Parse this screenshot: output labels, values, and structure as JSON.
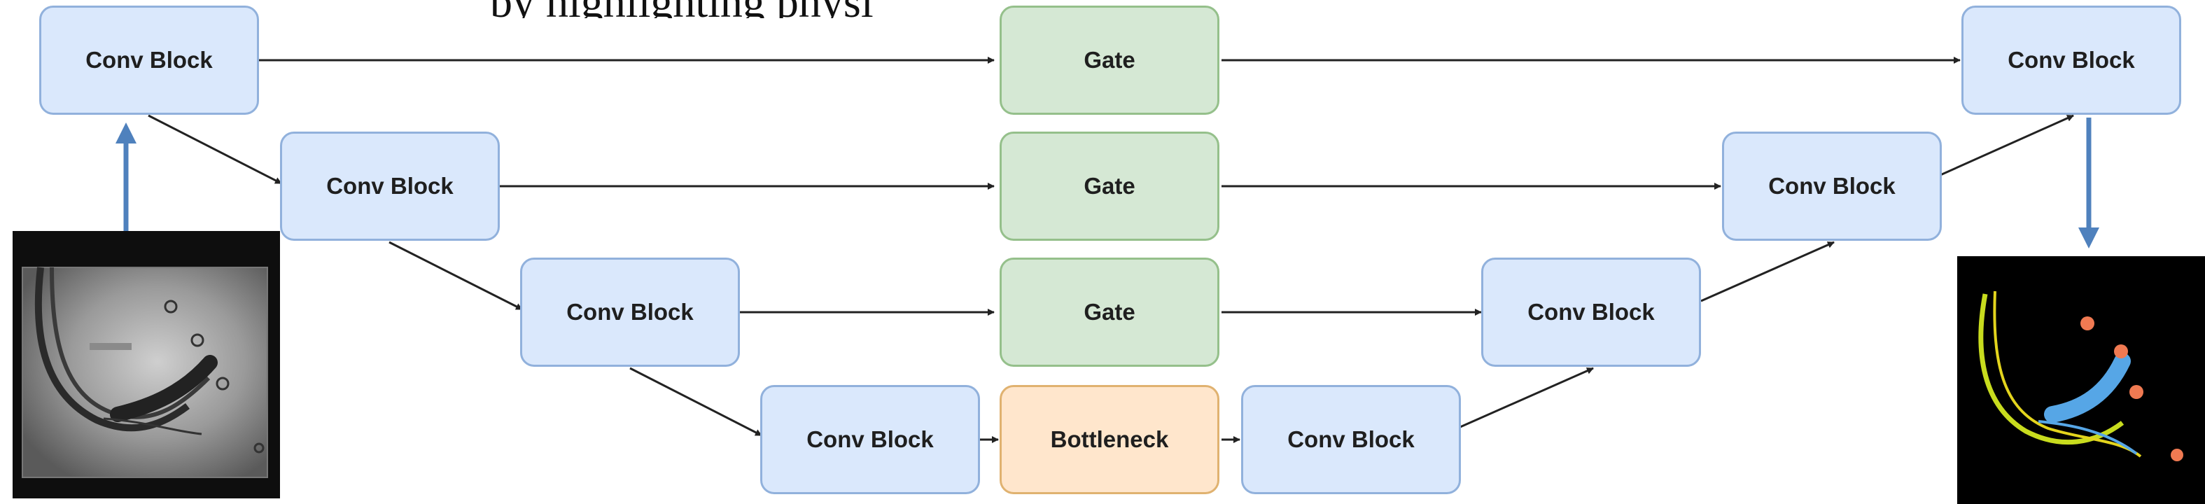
{
  "title_fragment": "by highlighting physi",
  "blocks": {
    "encoder": [
      "Conv Block",
      "Conv Block",
      "Conv Block",
      "Conv Block"
    ],
    "gates": [
      "Gate",
      "Gate",
      "Gate"
    ],
    "bottleneck": "Bottleneck",
    "decoder": [
      "Conv Block",
      "Conv Block",
      "Conv Block",
      "Conv Block"
    ]
  },
  "colors": {
    "conv_fill": "#dae8fc",
    "conv_border": "#91b1dc",
    "gate_fill": "#d5e8d4",
    "gate_border": "#95c08b",
    "bottleneck_fill": "#ffe6cc",
    "bottleneck_border": "#e0b270",
    "io_arrow": "#4f81bd",
    "edge": "#333333"
  },
  "images": {
    "input": "angiography-xray",
    "output": "segmentation-mask"
  }
}
